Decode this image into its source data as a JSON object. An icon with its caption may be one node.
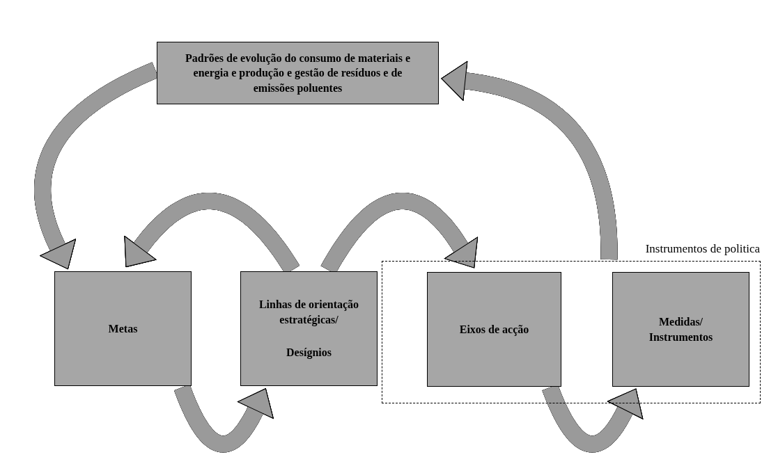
{
  "diagram": {
    "nodes": [
      {
        "text": [
          "Padrões de evolução do consumo de materiais e energia e produção e gestão de resíduos e de emissões poluentes"
        ]
      },
      {
        "text": [
          "Metas"
        ]
      },
      {
        "text": [
          "Linhas de orientação estratégicas/",
          "Desígnios"
        ]
      },
      {
        "text": [
          "Instrumentos de politica"
        ]
      },
      {
        "text": [
          "Eixos de acção"
        ],
        "in": 3
      },
      {
        "text": [
          "Medidas/ Instrumentos"
        ],
        "in": 3
      }
    ],
    "edges": [
      {
        "from": 0,
        "to": 1,
        "arrow": "to"
      },
      {
        "from": 3,
        "to": 0,
        "arrow": "to"
      },
      {
        "from": 2,
        "to": 1,
        "arrow": "to"
      },
      {
        "from": 2,
        "to": 4,
        "arrow": "to"
      },
      {
        "from": 1,
        "to": 2,
        "arrow": "to"
      },
      {
        "from": 4,
        "to": 5,
        "arrow": "to"
      }
    ]
  }
}
